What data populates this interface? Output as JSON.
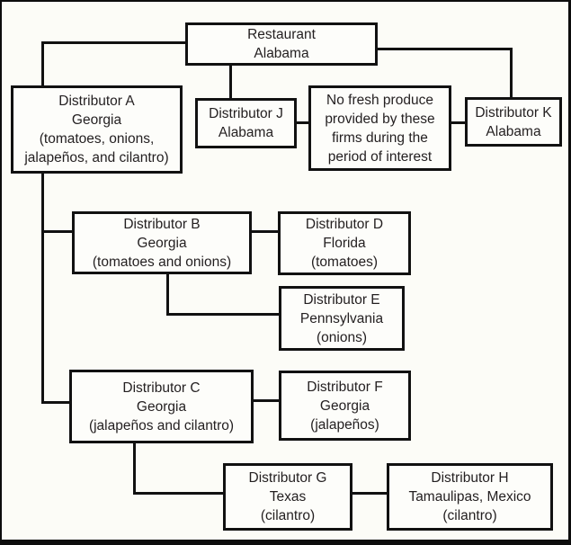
{
  "diagram": {
    "background_color": "#fcfcf7",
    "line_color": "#111111",
    "text_color": "#231f20"
  },
  "nodes": {
    "restaurant": {
      "name": "Restaurant",
      "location": "Alabama"
    },
    "distributor_a": {
      "name": "Distributor A",
      "location": "Georgia",
      "products": "(tomatoes, onions, jalapeños, and cilantro)"
    },
    "distributor_j": {
      "name": "Distributor J",
      "location": "Alabama"
    },
    "no_supply_note": {
      "text": "No fresh produce provided by these firms during the period of interest"
    },
    "distributor_k": {
      "name": "Distributor K",
      "location": "Alabama"
    },
    "distributor_b": {
      "name": "Distributor B",
      "location": "Georgia",
      "products": "(tomatoes and onions)"
    },
    "distributor_d": {
      "name": "Distributor D",
      "location": "Florida",
      "products": "(tomatoes)"
    },
    "distributor_e": {
      "name": "Distributor E",
      "location": "Pennsylvania",
      "products": "(onions)"
    },
    "distributor_c": {
      "name": "Distributor C",
      "location": "Georgia",
      "products": "(jalapeños and cilantro)"
    },
    "distributor_f": {
      "name": "Distributor F",
      "location": "Georgia",
      "products": "(jalapeños)"
    },
    "distributor_g": {
      "name": "Distributor G",
      "location": "Texas",
      "products": "(cilantro)"
    },
    "distributor_h": {
      "name": "Distributor H",
      "location": "Tamaulipas, Mexico",
      "products": "(cilantro)"
    }
  }
}
